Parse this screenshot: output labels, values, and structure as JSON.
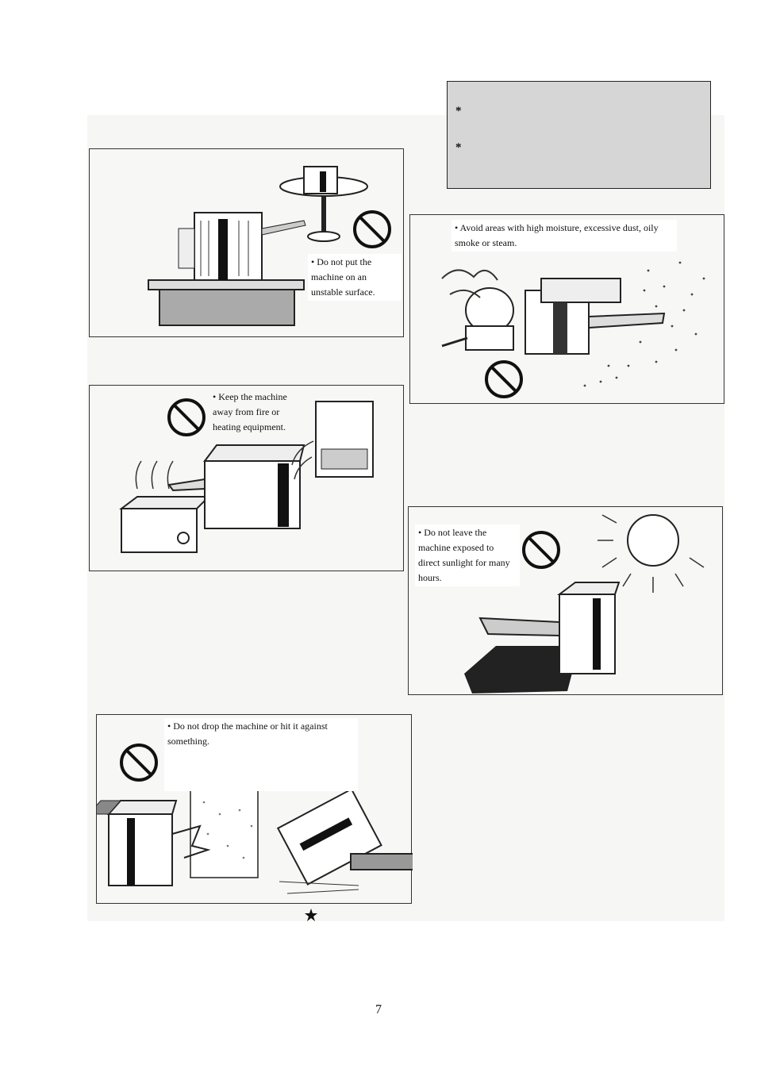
{
  "notes": {
    "items": [
      {
        "bullet": "*",
        "text": ""
      },
      {
        "bullet": "*",
        "text": ""
      }
    ]
  },
  "panels": [
    {
      "id": "unstable-surface",
      "caption": "• Do not put the machine on an unstable surface.",
      "prohibition_icon": "no-entry-icon"
    },
    {
      "id": "moisture-dust",
      "caption": "• Avoid areas with high moisture, excessive dust, oily smoke or steam.",
      "prohibition_icon": "no-entry-icon"
    },
    {
      "id": "fire-heating",
      "caption": "• Keep the machine away from fire or heating equipment.",
      "prohibition_icon": "no-entry-icon"
    },
    {
      "id": "sunlight",
      "caption": "• Do not leave the machine exposed to direct sunlight for many hours.",
      "prohibition_icon": "no-entry-icon"
    },
    {
      "id": "drop-hit",
      "caption": "• Do not drop the machine or hit it against something.",
      "prohibition_icon": "no-entry-icon"
    }
  ],
  "page": {
    "number": "7"
  },
  "colors": {
    "note_box": "#d6d6d6",
    "line_art": "#222222",
    "panel_bg": "#f7f7f6"
  }
}
